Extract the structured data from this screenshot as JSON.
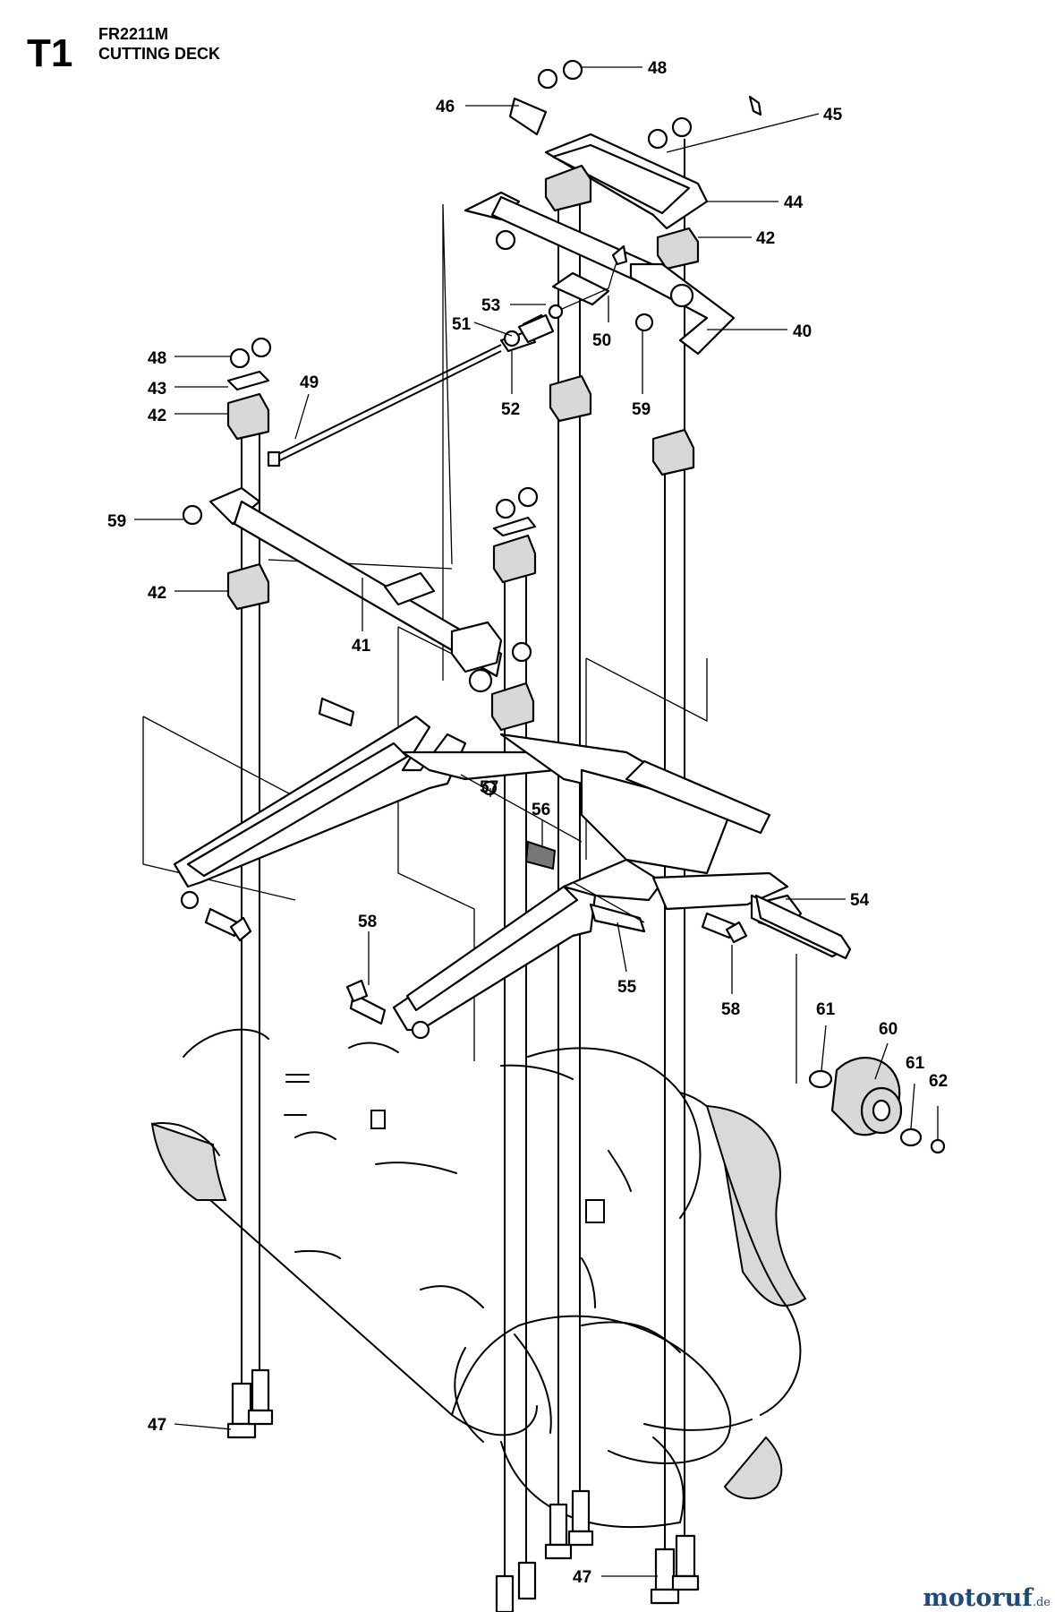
{
  "header": {
    "section_code": "T1",
    "model": "FR2211M",
    "section_title": "CUTTING DECK"
  },
  "parts": [
    {
      "no": "48"
    },
    {
      "no": "46"
    },
    {
      "no": "45"
    },
    {
      "no": "44"
    },
    {
      "no": "42"
    },
    {
      "no": "53"
    },
    {
      "no": "51"
    },
    {
      "no": "50"
    },
    {
      "no": "40"
    },
    {
      "no": "48"
    },
    {
      "no": "43"
    },
    {
      "no": "42"
    },
    {
      "no": "49"
    },
    {
      "no": "52"
    },
    {
      "no": "59"
    },
    {
      "no": "59"
    },
    {
      "no": "42"
    },
    {
      "no": "41"
    },
    {
      "no": "57"
    },
    {
      "no": "56"
    },
    {
      "no": "54"
    },
    {
      "no": "58"
    },
    {
      "no": "55"
    },
    {
      "no": "58"
    },
    {
      "no": "61"
    },
    {
      "no": "60"
    },
    {
      "no": "61"
    },
    {
      "no": "62"
    },
    {
      "no": "47"
    },
    {
      "no": "47"
    }
  ],
  "watermark": {
    "brand": "motoruf",
    "tld": ".de"
  }
}
